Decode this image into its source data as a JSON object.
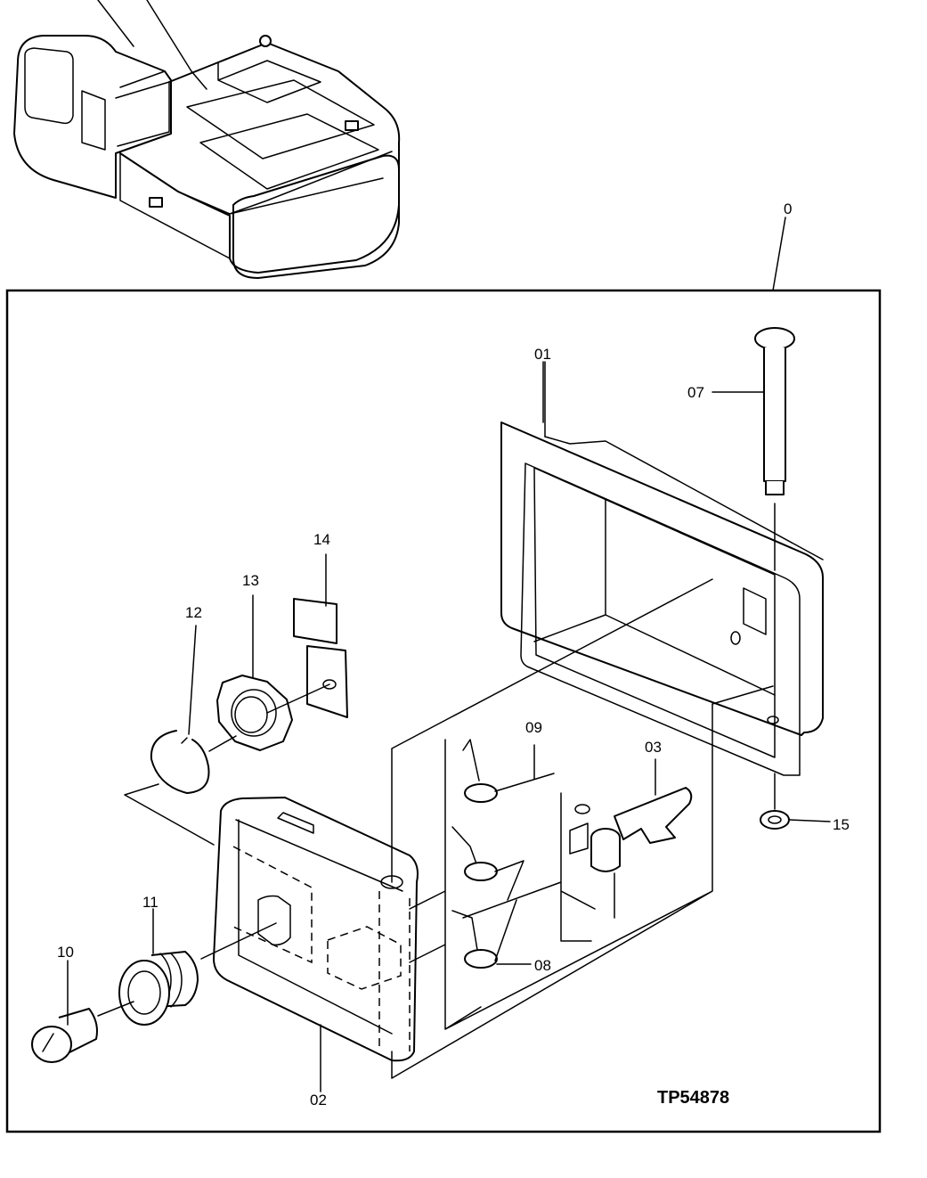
{
  "diagram": {
    "reference": "TP54878",
    "callouts": [
      {
        "id": "assembly",
        "label": "0"
      },
      {
        "id": "housing",
        "label": "01"
      },
      {
        "id": "body",
        "label": "02"
      },
      {
        "id": "latch",
        "label": "03"
      },
      {
        "id": "pin",
        "label": "07"
      },
      {
        "id": "spring-lower",
        "label": "08"
      },
      {
        "id": "spring-upper",
        "label": "09"
      },
      {
        "id": "cylinder",
        "label": "10"
      },
      {
        "id": "bushing",
        "label": "11"
      },
      {
        "id": "snap-ring",
        "label": "12"
      },
      {
        "id": "nut",
        "label": "13"
      },
      {
        "id": "plate",
        "label": "14"
      },
      {
        "id": "e-clip",
        "label": "15"
      }
    ]
  }
}
